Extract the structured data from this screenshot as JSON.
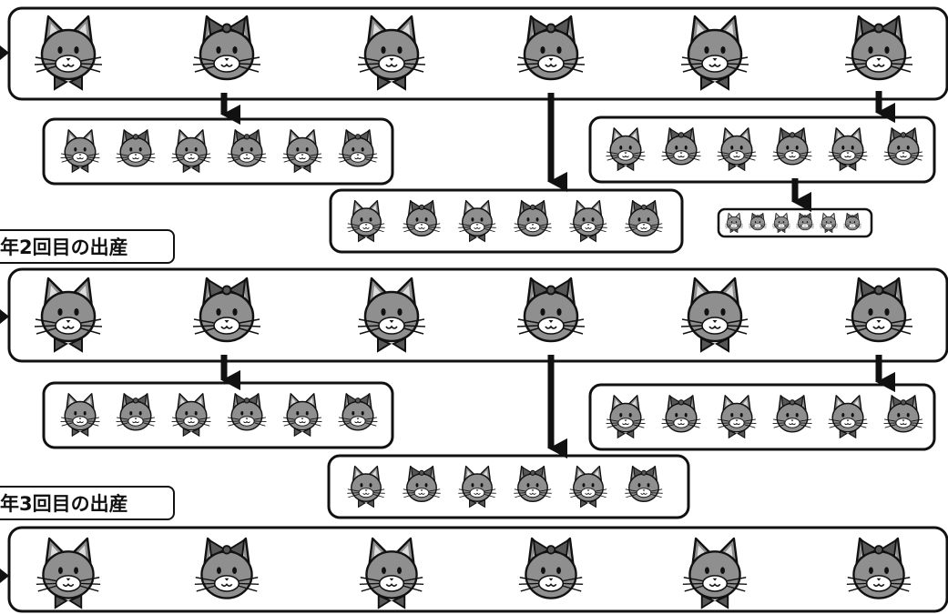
{
  "labels": {
    "birth2": "年2回目の出産",
    "birth3": "年3回目の出産"
  },
  "icons": {
    "cat": "cat-face-icon",
    "cat_with_bow": "cat-with-bow-icon"
  },
  "colors": {
    "cat_fill": "#8f8f8f",
    "cat_dark": "#575757",
    "outline": "#111111",
    "muzzle": "#ffffff",
    "ear_inner": "#dcdcdc"
  },
  "groups": {
    "row1": [
      "cat",
      "bow",
      "cat",
      "bow",
      "cat",
      "bow"
    ],
    "litter": [
      "cat",
      "bow",
      "cat",
      "bow",
      "cat",
      "bow"
    ],
    "row2": [
      "cat",
      "bow",
      "cat",
      "bow",
      "cat",
      "bow"
    ],
    "row3": [
      "cat",
      "bow",
      "cat",
      "bow",
      "cat",
      "bow"
    ]
  }
}
